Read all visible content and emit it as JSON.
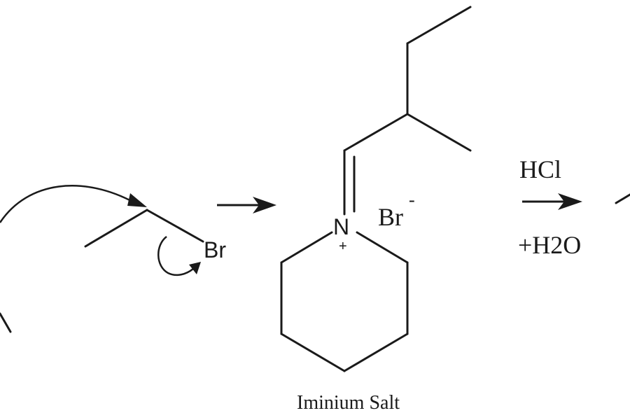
{
  "labels": {
    "br_reactant": "Br",
    "br_anion": "Br",
    "anion_charge": "-",
    "nitrogen": "N",
    "cation_charge": "+",
    "reagent_1": "HCl",
    "reagent_2": "+H2O",
    "product_caption": "Iminium Salt"
  },
  "icons": {
    "reaction_arrow": "arrow-right-icon",
    "curved_arrow": "curved-arrow-icon"
  },
  "colors": {
    "ink": "#1a1a1a",
    "background": "#ffffff"
  }
}
